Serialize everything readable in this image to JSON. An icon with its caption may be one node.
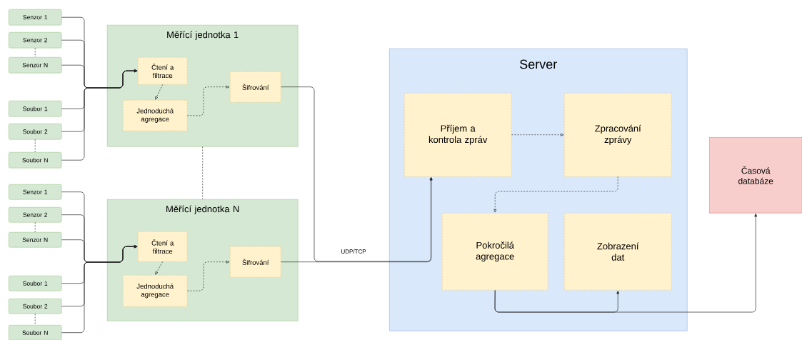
{
  "diagram": {
    "nodes": [
      {
        "text": [
          "Senzor 1"
        ]
      },
      {
        "text": [
          "Senzor 2"
        ]
      },
      {
        "text": [
          "Senzor N"
        ]
      },
      {
        "text": [
          "Soubor 1"
        ]
      },
      {
        "text": [
          "Soubor 2"
        ]
      },
      {
        "text": [
          "Soubor N"
        ]
      },
      {
        "text": [
          "Měřící jednotka 1"
        ]
      },
      {
        "text": [
          "Čtení a filtrace"
        ],
        "in": 6
      },
      {
        "text": [
          "Jednoduchá agregace"
        ],
        "in": 6
      },
      {
        "text": [
          "Šifrování"
        ],
        "in": 6
      },
      {
        "text": [
          "Senzor 1"
        ]
      },
      {
        "text": [
          "Senzor 2"
        ]
      },
      {
        "text": [
          "Senzor N"
        ]
      },
      {
        "text": [
          "Soubor 1"
        ]
      },
      {
        "text": [
          "Soubor 2"
        ]
      },
      {
        "text": [
          "Soubor N"
        ]
      },
      {
        "text": [
          "Měřící jednotka N"
        ]
      },
      {
        "text": [
          "Čtení a filtrace"
        ],
        "in": 16
      },
      {
        "text": [
          "Jednoduchá agregace"
        ],
        "in": 16
      },
      {
        "text": [
          "Šifrování"
        ],
        "in": 16
      },
      {
        "text": [
          "Server"
        ]
      },
      {
        "text": [
          "Příjem a kontrola zpráv"
        ],
        "in": 20
      },
      {
        "text": [
          "Zpracování zprávy"
        ],
        "in": 20
      },
      {
        "text": [
          "Pokročilá agregace"
        ],
        "in": 20
      },
      {
        "text": [
          "Zobrazení dat"
        ],
        "in": 20
      },
      {
        "text": [
          "Časová databáze"
        ]
      }
    ],
    "edges": [
      {
        "from": 0,
        "to": 7,
        "arrow": "to"
      },
      {
        "from": 1,
        "to": 7,
        "arrow": "to"
      },
      {
        "from": 2,
        "to": 7,
        "arrow": "to"
      },
      {
        "from": 3,
        "to": 7,
        "arrow": "to"
      },
      {
        "from": 4,
        "to": 7,
        "arrow": "to"
      },
      {
        "from": 5,
        "to": 7,
        "arrow": "to"
      },
      {
        "from": 10,
        "to": 17,
        "arrow": "to"
      },
      {
        "from": 11,
        "to": 17,
        "arrow": "to"
      },
      {
        "from": 12,
        "to": 17,
        "arrow": "to"
      },
      {
        "from": 13,
        "to": 17,
        "arrow": "to"
      },
      {
        "from": 14,
        "to": 17,
        "arrow": "to"
      },
      {
        "from": 15,
        "to": 17,
        "arrow": "to"
      },
      {
        "from": 1,
        "to": 2,
        "arrow": "none",
        "style": "dashed"
      },
      {
        "from": 4,
        "to": 5,
        "arrow": "none",
        "style": "dashed"
      },
      {
        "from": 11,
        "to": 12,
        "arrow": "none",
        "style": "dashed"
      },
      {
        "from": 14,
        "to": 15,
        "arrow": "none",
        "style": "dashed"
      },
      {
        "from": 6,
        "to": 16,
        "arrow": "none",
        "style": "dashed"
      },
      {
        "from": 7,
        "to": 8,
        "arrow": "to",
        "style": "dashed"
      },
      {
        "from": 8,
        "to": 9,
        "arrow": "to",
        "style": "dashed"
      },
      {
        "from": 17,
        "to": 18,
        "arrow": "to",
        "style": "dashed"
      },
      {
        "from": 18,
        "to": 19,
        "arrow": "to",
        "style": "dashed"
      },
      {
        "from": 9,
        "to": 21,
        "arrow": "to"
      },
      {
        "from": 19,
        "to": 21,
        "arrow": "to",
        "label": "UDP/TCP"
      },
      {
        "from": 21,
        "to": 22,
        "arrow": "to",
        "style": "dashed"
      },
      {
        "from": 22,
        "to": 23,
        "arrow": "to",
        "style": "dashed"
      },
      {
        "from": 23,
        "to": 24,
        "arrow": "to"
      },
      {
        "from": 23,
        "to": 25,
        "arrow": "to"
      }
    ]
  }
}
